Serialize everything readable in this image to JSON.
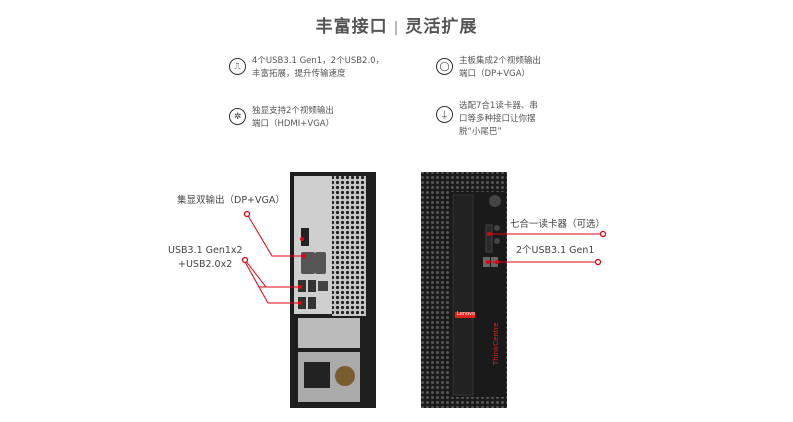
{
  "title": {
    "left": "丰富接口",
    "right": "灵活扩展"
  },
  "features": [
    {
      "icon": "usb-icon",
      "lines": [
        "4个USB3.1 Gen1，2个USB2.0，",
        "丰富拓展，提升传输速度"
      ]
    },
    {
      "icon": "display-port-icon",
      "lines": [
        "主板集成2个视频输出",
        "端口（DP+VGA）"
      ]
    },
    {
      "icon": "graphics-fan-icon",
      "lines": [
        "独显支持2个视频输出",
        "端口（HDMI+VGA）"
      ]
    },
    {
      "icon": "connector-icon",
      "lines": [
        "选配7合1读卡器、串",
        "口等多种接口让你摆",
        "脱“小尾巴”"
      ]
    }
  ],
  "callouts": {
    "dual_output": "集显双输出（DP+VGA）",
    "usb_rear_1": "USB3.1 Gen1x2",
    "usb_rear_2": "+USB2.0x2",
    "card_reader": "七合一读卡器（可选）",
    "usb_front": "2个USB3.1 Gen1"
  },
  "brand": {
    "badge": "Lenovo",
    "side": "ThinkCentre"
  },
  "colors": {
    "accent": "#e60012",
    "case": "#1c1c1c"
  }
}
